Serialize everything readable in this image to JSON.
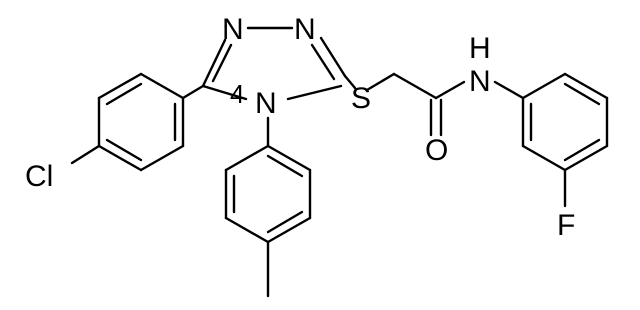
{
  "molecule": {
    "atoms": {
      "n1": "N",
      "n2": "N",
      "n4": "N",
      "num4": "4",
      "s": "S",
      "nh_h": "H",
      "nh_n": "N",
      "o": "O",
      "cl": "Cl",
      "f": "F"
    },
    "colors": {
      "bond": "#000000",
      "label": "#000000",
      "background": "#ffffff"
    }
  }
}
